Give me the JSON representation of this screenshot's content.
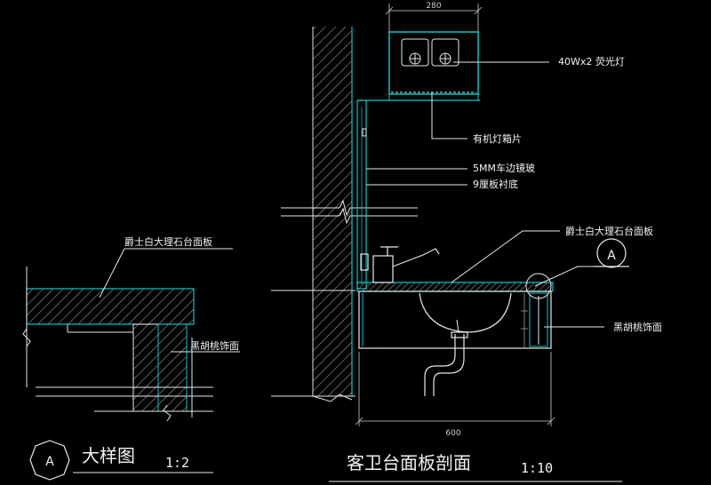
{
  "colors": {
    "background": "#000000",
    "outline": "#00c8c8",
    "hatch": "#b7b7b7",
    "leader": "#e8e8e8",
    "text": "#f2f2f2"
  },
  "section": {
    "dims": {
      "top_width": "280",
      "bottom_width": "600"
    },
    "labels": {
      "fluorescent": "40Wx2  荧光灯",
      "acrylic_grille": "有机灯箱片",
      "mirror": "5MM车边镜玻",
      "backing_board": "9厘板衬底",
      "marble_top": "爵士白大理石台面板",
      "walnut_facing": "黑胡桃饰面"
    },
    "callout_ref": "A",
    "title": "客卫台面板剖面",
    "scale": "1:10"
  },
  "detail": {
    "labels": {
      "marble_top": "爵士白大理石台面板",
      "walnut_facing": "黑胡桃饰面"
    },
    "tag": "A",
    "title": "大样图",
    "scale": "1:2"
  }
}
